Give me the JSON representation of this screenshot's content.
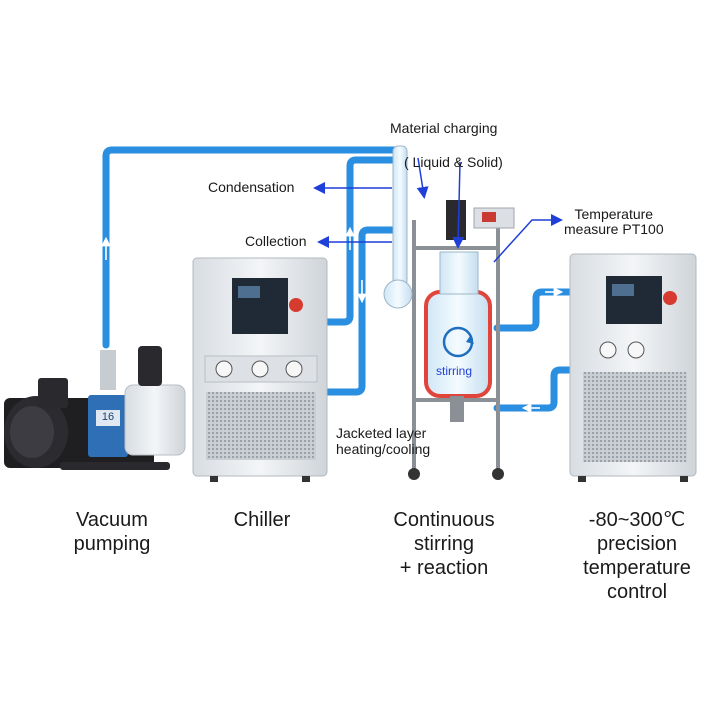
{
  "annotations": {
    "material_charging": "Material charging",
    "liquid_solid": "( Liquid & Solid)",
    "condensation": "Condensation",
    "collection": "Collection",
    "temperature_measure": "Temperature\nmeasure PT100",
    "stirring": "stirring",
    "jacketed": "Jacketed layer\nheating/cooling"
  },
  "captions": {
    "vacuum": "Vacuum\npumping",
    "chiller": "Chiller",
    "reaction": "Continuous\nstirring\n+ reaction",
    "temp_control": "-80~300℃\nprecision\ntemperature\ncontrol"
  },
  "device_text": {
    "pump_display": "16"
  },
  "colors": {
    "pipe": "#2a8fe0",
    "arrow": "#1f3fd8",
    "jacket": "#e0443a",
    "cabinet": "#e9ecef",
    "panel": "#1f2a36"
  }
}
